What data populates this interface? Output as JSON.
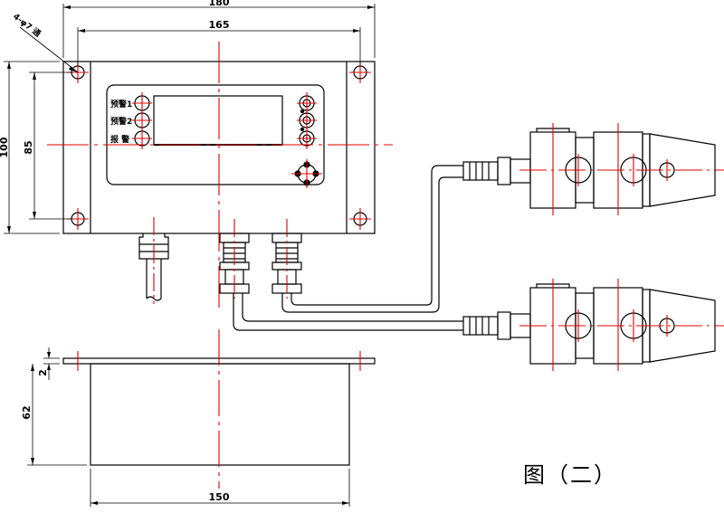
{
  "dimensions": {
    "overall_width": "180",
    "hole_spacing_width": "165",
    "overall_height": "100",
    "hole_spacing_height": "85",
    "flange_thickness": "2",
    "depth": "62",
    "body_width": "150",
    "mount_holes": "4-φ7 通"
  },
  "panel_labels": {
    "alarm_pre_1": "预警1",
    "alarm_pre_2": "预警2",
    "alarm": "报 警"
  },
  "caption": "图（二）",
  "colors": {
    "outline": "#000000",
    "centerline": "#e00000"
  }
}
